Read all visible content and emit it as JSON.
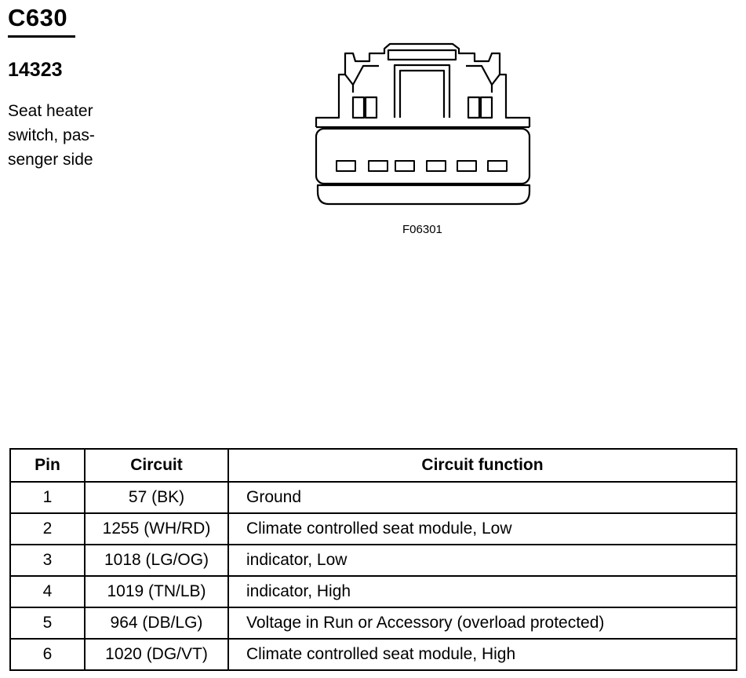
{
  "connector": {
    "id": "C630",
    "part_number": "14323",
    "description_lines": [
      "Seat heater",
      "switch, pas-",
      "senger side"
    ],
    "figure_code": "F06301"
  },
  "table": {
    "headers": {
      "pin": "Pin",
      "circuit": "Circuit",
      "function": "Circuit function"
    },
    "rows": [
      {
        "pin": "1",
        "circuit": "57 (BK)",
        "function": "Ground"
      },
      {
        "pin": "2",
        "circuit": "1255 (WH/RD)",
        "function": "Climate controlled seat module, Low"
      },
      {
        "pin": "3",
        "circuit": "1018 (LG/OG)",
        "function": "indicator, Low"
      },
      {
        "pin": "4",
        "circuit": "1019 (TN/LB)",
        "function": "indicator, High"
      },
      {
        "pin": "5",
        "circuit": "964 (DB/LG)",
        "function": "Voltage in Run or Accessory (overload protected)"
      },
      {
        "pin": "6",
        "circuit": "1020 (DG/VT)",
        "function": "Climate controlled seat module, High"
      }
    ]
  }
}
